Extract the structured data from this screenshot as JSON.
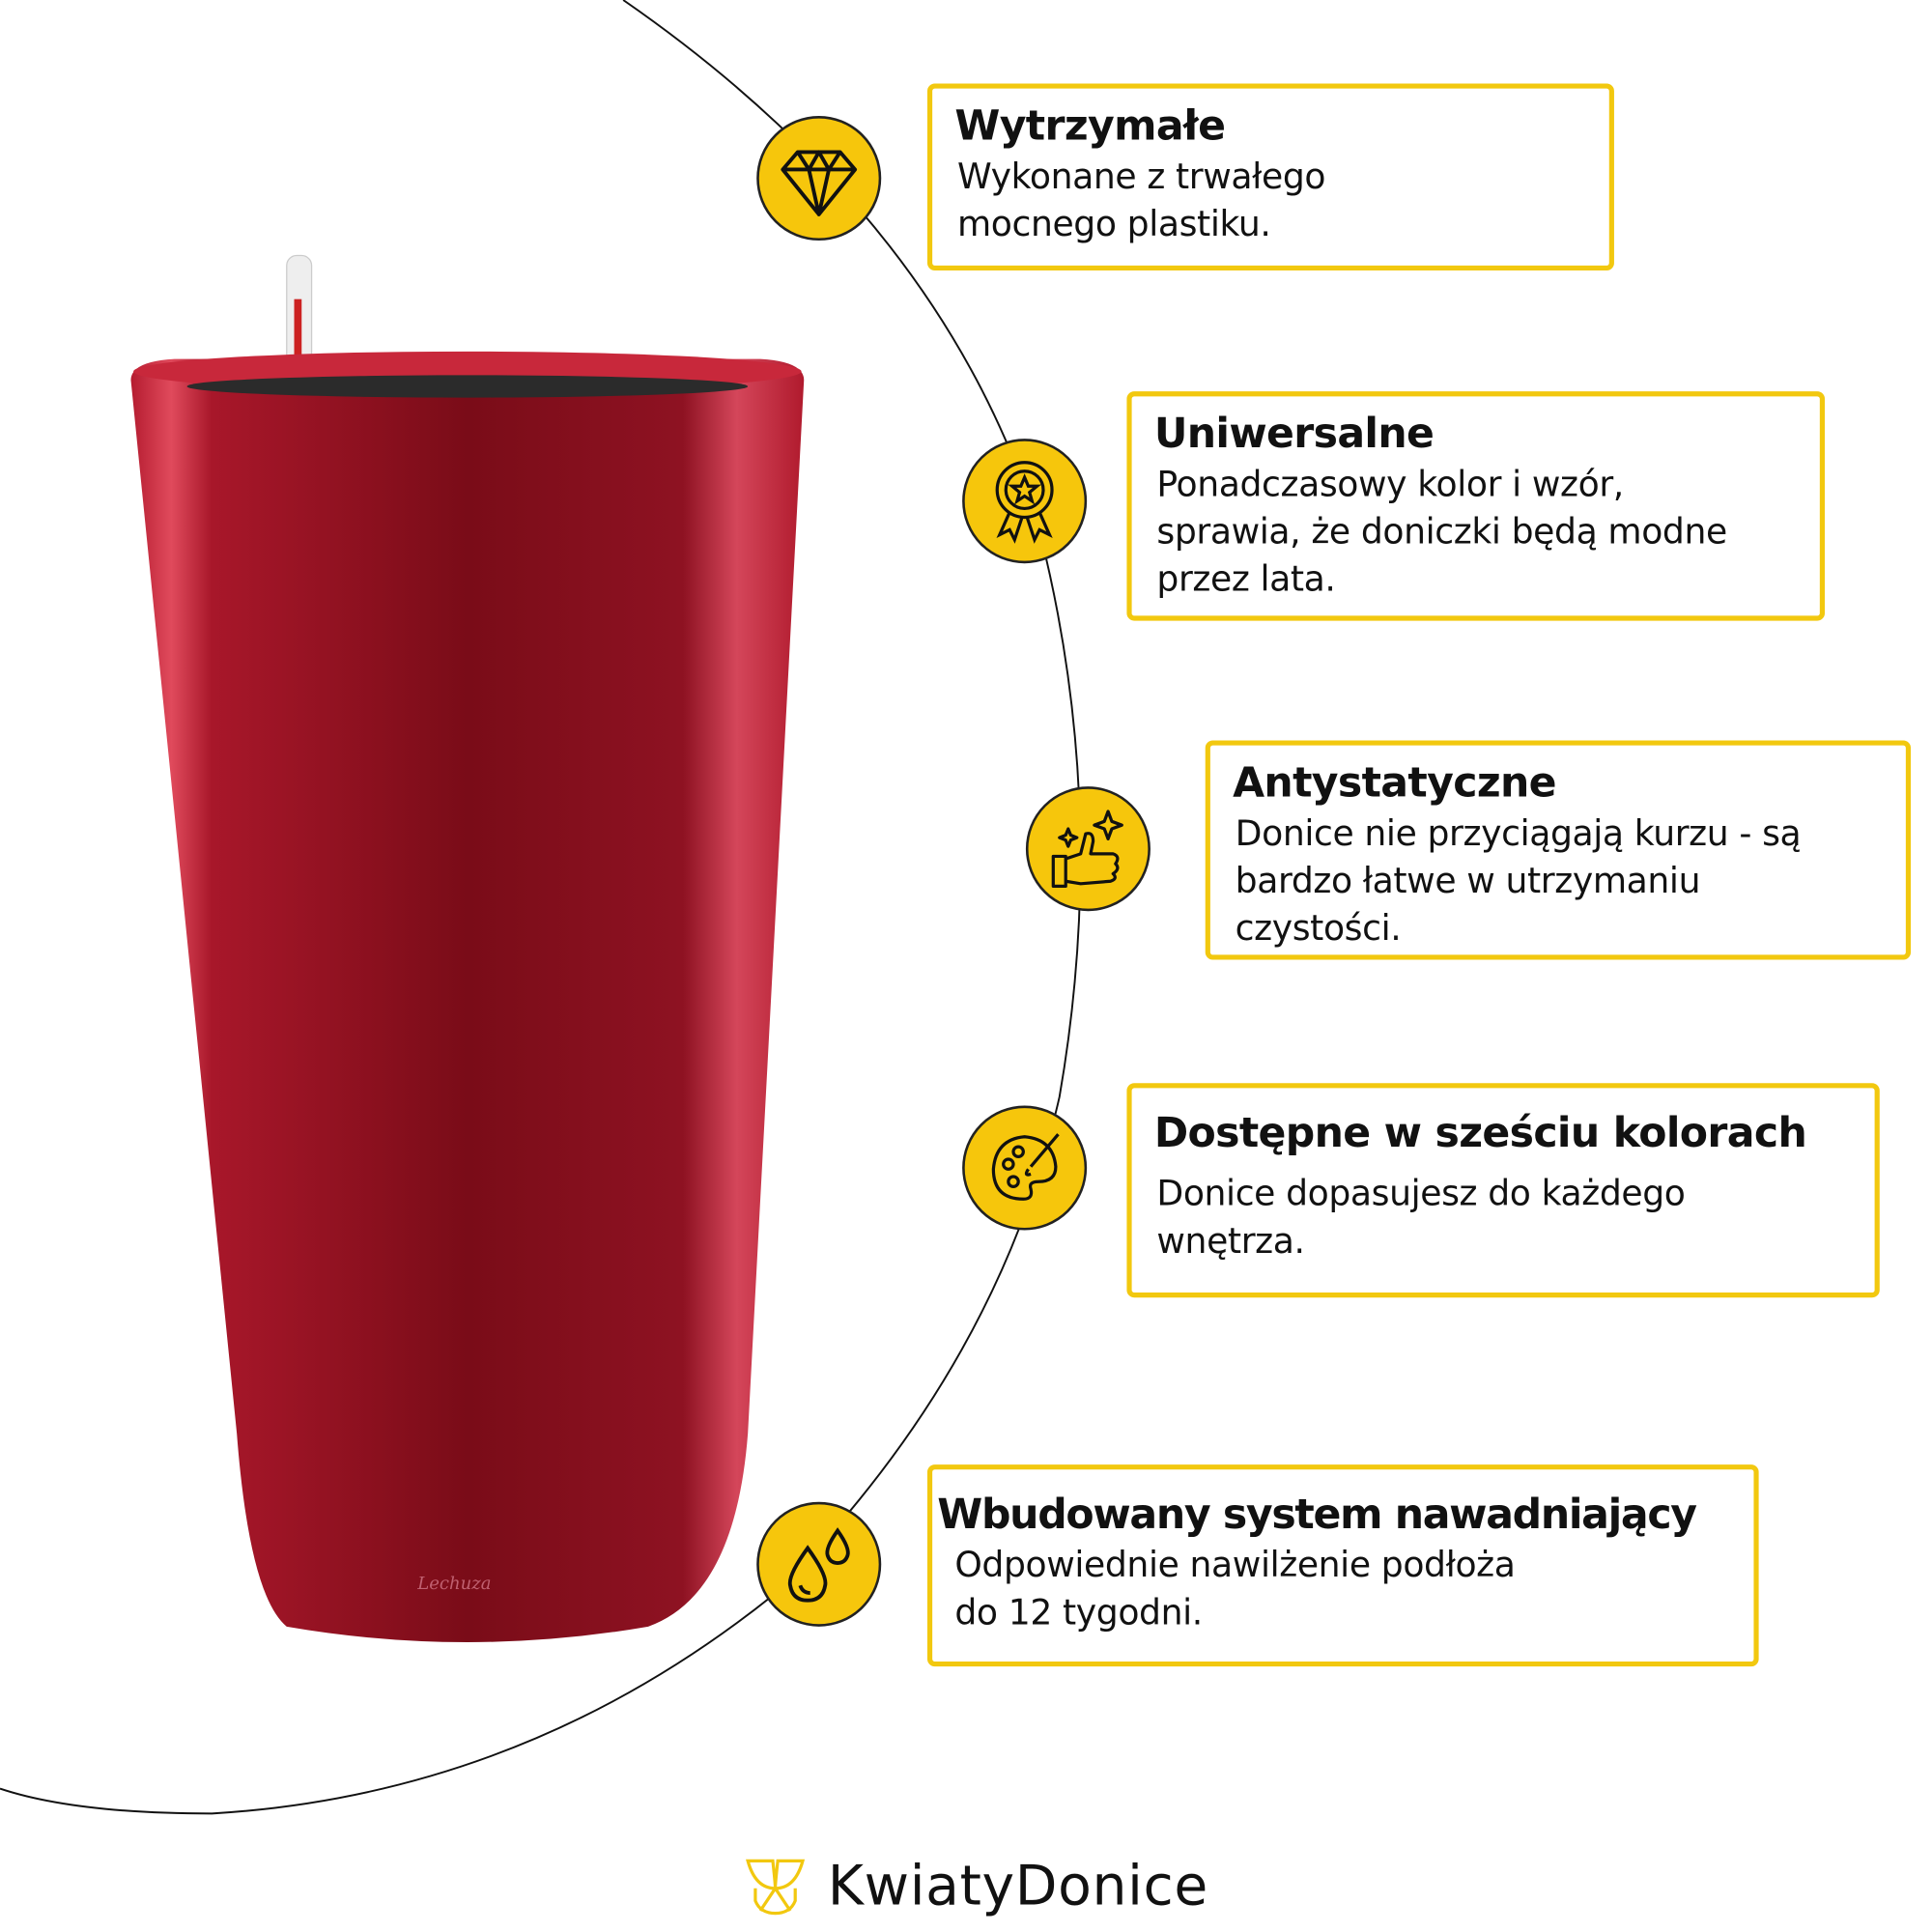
{
  "features": [
    {
      "title": "Wytrzymałe",
      "text": [
        "Wykonane z trwałego",
        "mocnego plastiku."
      ],
      "icon": "diamond-icon"
    },
    {
      "title": "Uniwersalne",
      "text": [
        "Ponadczasowy kolor i wzór,",
        "sprawia, że doniczki będą modne",
        "przez lata."
      ],
      "icon": "award-medal-icon"
    },
    {
      "title": "Antystatyczne",
      "text": [
        "Donice nie przyciągają kurzu - są",
        "bardzo łatwe w utrzymaniu",
        "czystości."
      ],
      "icon": "thumbs-up-sparkle-icon"
    },
    {
      "title": "Dostępne w sześciu kolorach",
      "text": [
        "Donice dopasujesz do każdego",
        "wnętrza."
      ],
      "icon": "palette-icon"
    },
    {
      "title": "Wbudowany system nawadniający",
      "text": [
        "Odpowiednie nawilżenie podłoża",
        "do 12 tygodni."
      ],
      "icon": "water-drops-icon"
    }
  ],
  "brand": {
    "name": "KwiatyDonice",
    "product_logo": "Lechuza"
  },
  "colors": {
    "accent": "#f6c60c",
    "border": "#f2c80f",
    "pot": "#a3172a"
  }
}
